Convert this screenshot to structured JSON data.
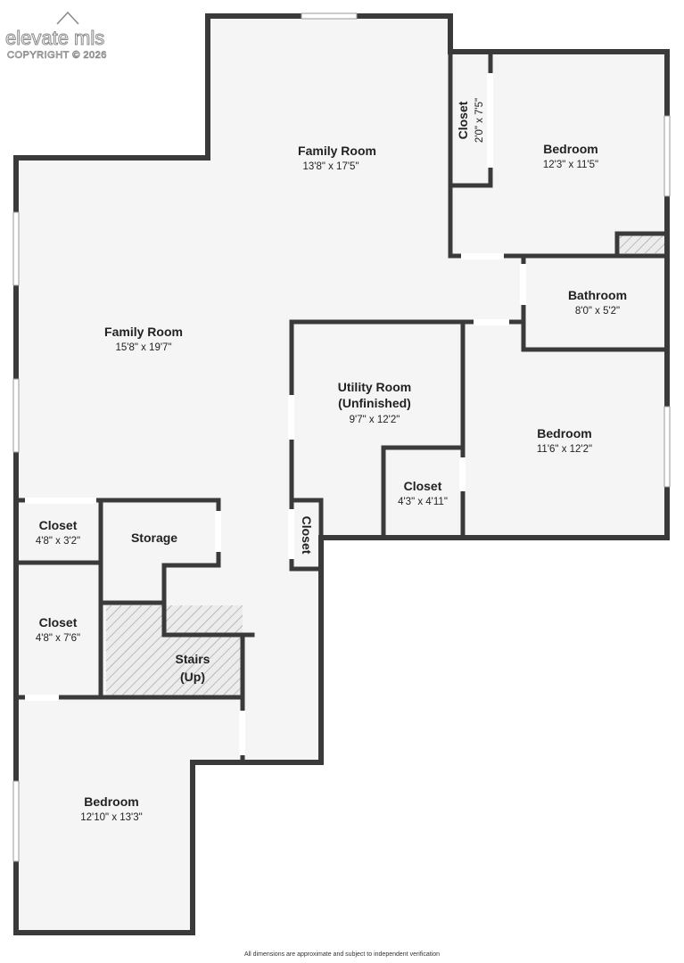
{
  "logo": {
    "brand": "elevate mls",
    "copyright": "COPYRIGHT © 2026"
  },
  "rooms": {
    "family_room_upper": {
      "name": "Family Room",
      "dims": "13'8\" x 17'5\""
    },
    "family_room_main": {
      "name": "Family Room",
      "dims": "15'8\" x 19'7\""
    },
    "closet_ne": {
      "name": "Closet",
      "dims": "2'0\" x 7'5\""
    },
    "bedroom_ne": {
      "name": "Bedroom",
      "dims": "12'3\" x 11'5\""
    },
    "bathroom": {
      "name": "Bathroom",
      "dims": "8'0\" x 5'2\""
    },
    "utility_room": {
      "name": "Utility Room",
      "note": "(Unfinished)",
      "dims": "9'7\" x 12'2\""
    },
    "bedroom_east": {
      "name": "Bedroom",
      "dims": "11'6\" x 12'2\""
    },
    "closet_utility": {
      "name": "Closet",
      "dims": "4'3\" x 4'11\""
    },
    "closet_vertical": {
      "name": "Closet"
    },
    "closet_small": {
      "name": "Closet",
      "dims": "4'8\" x 3'2\""
    },
    "storage": {
      "name": "Storage"
    },
    "closet_west": {
      "name": "Closet",
      "dims": "4'8\" x 7'6\""
    },
    "stairs": {
      "name": "Stairs",
      "note": "(Up)"
    },
    "bedroom_sw": {
      "name": "Bedroom",
      "dims": "12'10\" x 13'3\""
    }
  },
  "footer": {
    "disclaimer": "All dimensions are approximate and subject to independent verification"
  }
}
